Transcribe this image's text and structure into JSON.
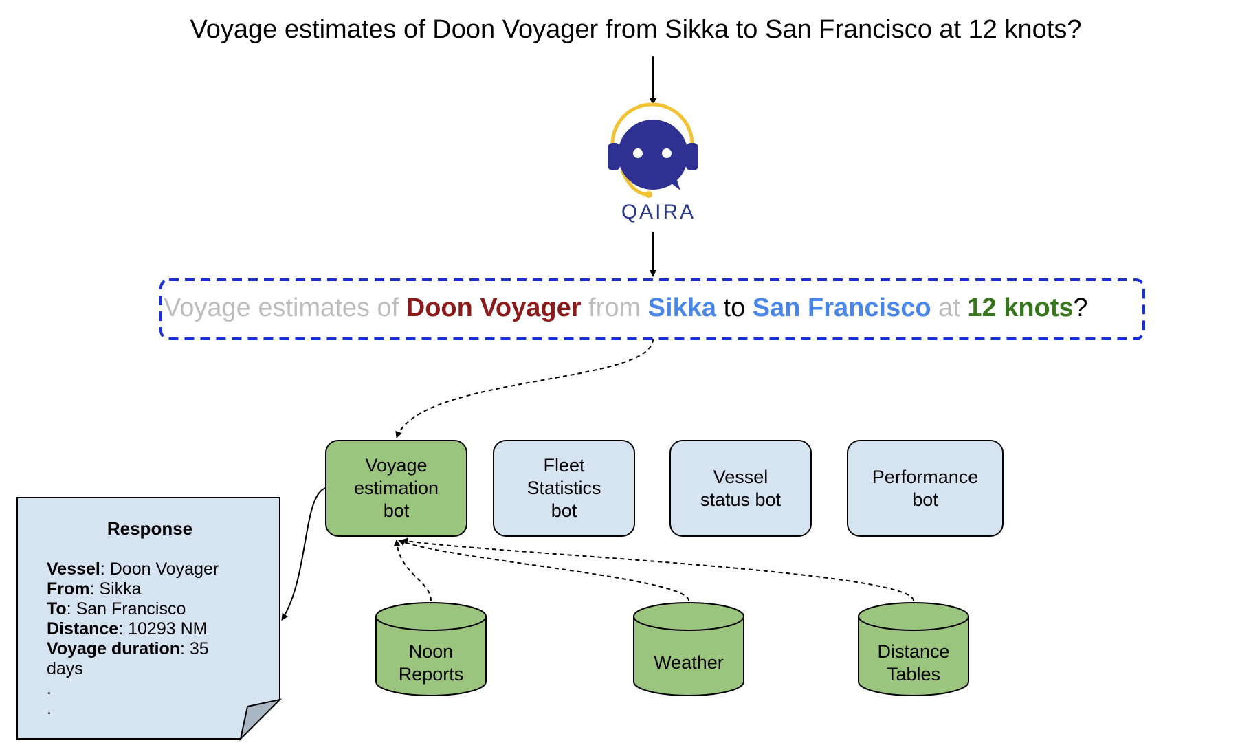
{
  "query": {
    "text": "Voyage estimates of Doon Voyager from Sikka to San Francisco at 12 knots?"
  },
  "assistant": {
    "name": "QAIRA",
    "icon": "chat-bubble-headset-icon",
    "colors": {
      "primary": "#2e3192",
      "accent": "#f1c232"
    }
  },
  "parsed_query": {
    "segments": [
      {
        "text": "Voyage estimates of ",
        "role": "muted"
      },
      {
        "text": "Doon Voyager",
        "role": "vessel"
      },
      {
        "text": " from ",
        "role": "muted"
      },
      {
        "text": "Sikka",
        "role": "port"
      },
      {
        "text": " to ",
        "role": "plain"
      },
      {
        "text": "San Francisco",
        "role": "port"
      },
      {
        "text": " at ",
        "role": "muted"
      },
      {
        "text": "12 knots",
        "role": "speed"
      },
      {
        "text": "?",
        "role": "plain"
      }
    ],
    "colors": {
      "muted": "#bdbdbd",
      "vessel": "#8b1a1a",
      "port": "#4a86e8",
      "speed": "#38761d",
      "border": "#1a2fd6"
    }
  },
  "bots": [
    {
      "lines": [
        "Voyage",
        "estimation",
        "bot"
      ],
      "active": true
    },
    {
      "lines": [
        "Fleet",
        "Statistics",
        "bot"
      ],
      "active": false
    },
    {
      "lines": [
        "Vessel",
        "status bot"
      ],
      "active": false
    },
    {
      "lines": [
        "Performance",
        "bot"
      ],
      "active": false
    }
  ],
  "bot_colors": {
    "active": "#9bc47f",
    "inactive": "#d6e4f2"
  },
  "data_sources": [
    {
      "lines": [
        "Noon",
        "Reports"
      ]
    },
    {
      "lines": [
        "Weather"
      ]
    },
    {
      "lines": [
        "Distance",
        "Tables"
      ]
    }
  ],
  "response": {
    "title": "Response",
    "fields": [
      {
        "label": "Vessel",
        "value": ": Doon Voyager"
      },
      {
        "label": "From",
        "value": ": Sikka"
      },
      {
        "label": "To",
        "value": ": San Francisco"
      },
      {
        "label": "Distance",
        "value": ": 10293 NM"
      },
      {
        "label": "Voyage duration",
        "value": ": 35 days"
      }
    ],
    "ellipsis": [
      ".",
      "."
    ],
    "color": "#d6e4f2"
  }
}
